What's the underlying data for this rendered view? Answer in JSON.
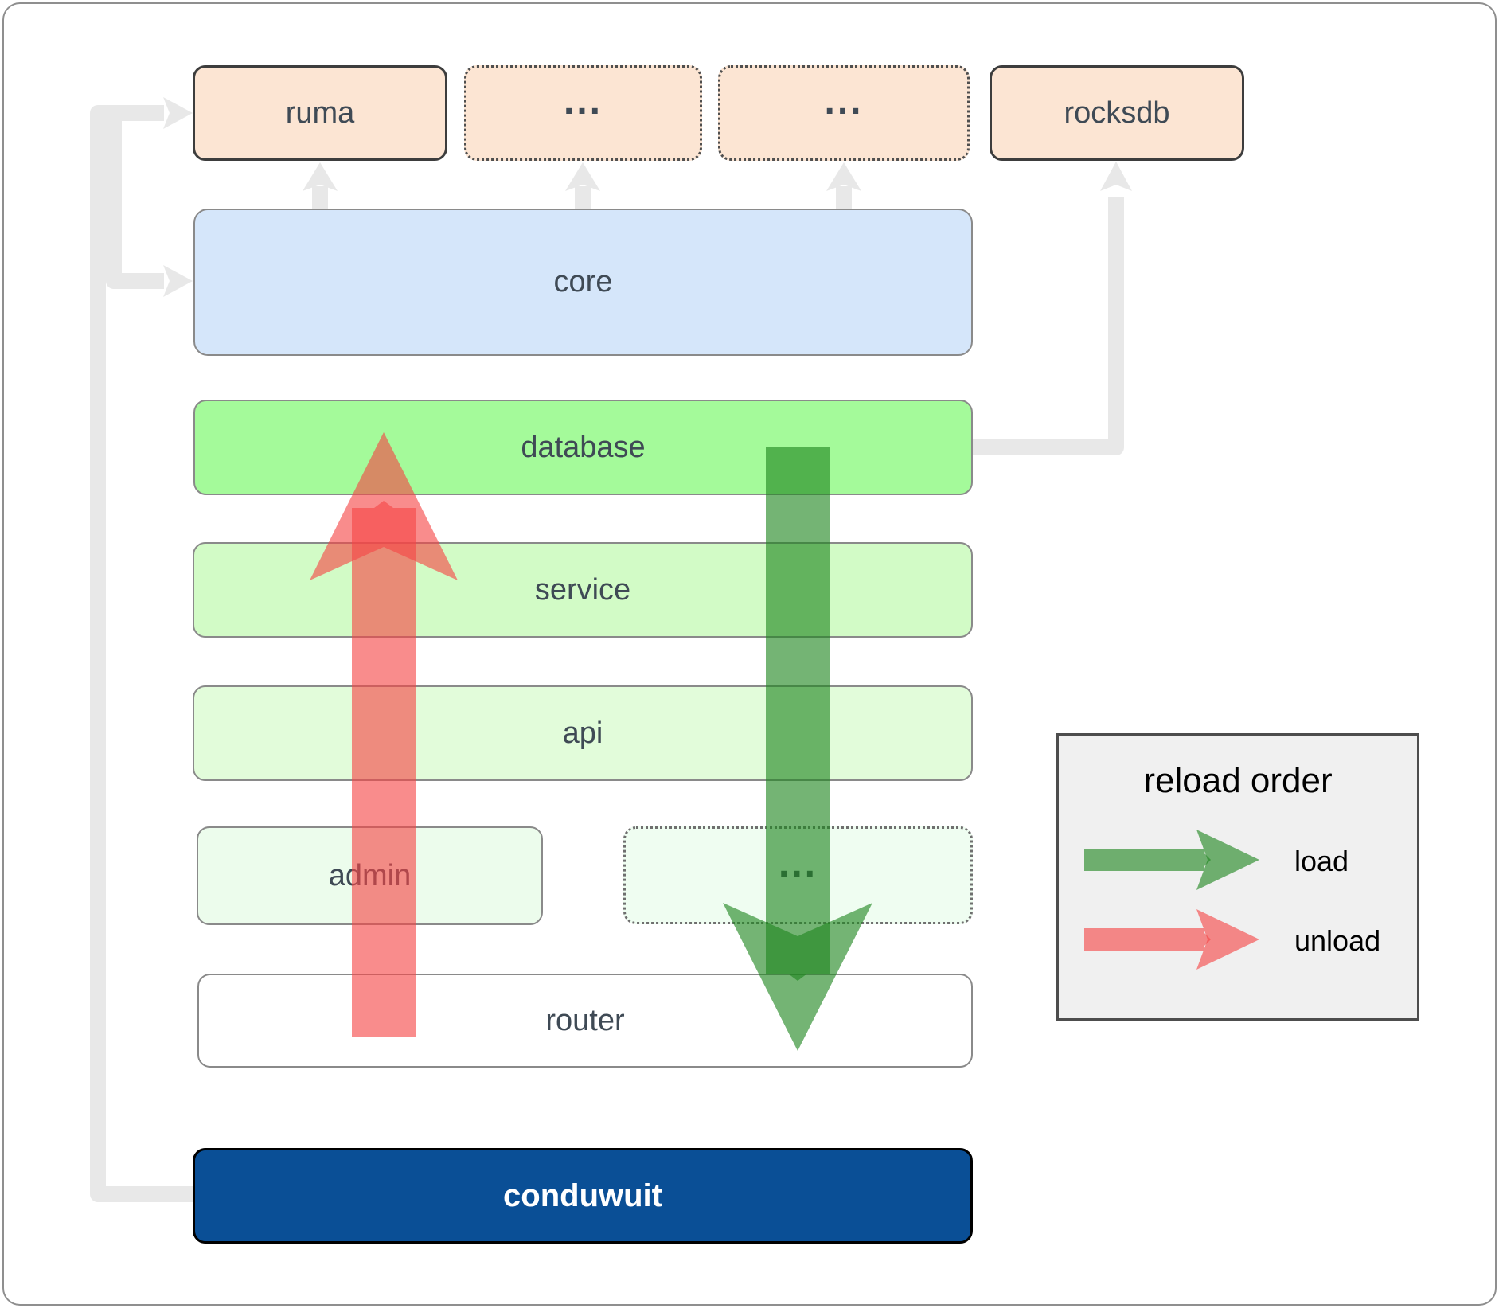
{
  "diagram": {
    "nodes": {
      "ruma": "ruma",
      "more_top_1": "...",
      "more_top_2": "...",
      "rocksdb": "rocksdb",
      "core": "core",
      "database": "database",
      "service": "service",
      "api": "api",
      "admin": "admin",
      "more_admin": "...",
      "router": "router",
      "conduwuit": "conduwuit"
    }
  },
  "legend": {
    "title": "reload order",
    "items": [
      {
        "label": "load",
        "color": "#1e861e"
      },
      {
        "label": "unload",
        "color": "#f64646"
      }
    ]
  },
  "colors": {
    "module_fill": "#fce5d3",
    "core_fill": "#d5e6fa",
    "database_fill": "#a4fa9a",
    "service_fill": "#d2fbc6",
    "api_fill": "#e2fcda",
    "admin_fill": "#ecfcec",
    "router_fill": "#ffffff",
    "conduwuit_fill": "#0a4f96",
    "load_arrow": "#1e861e",
    "unload_arrow": "#f64646",
    "connector": "#e8e8e8"
  }
}
